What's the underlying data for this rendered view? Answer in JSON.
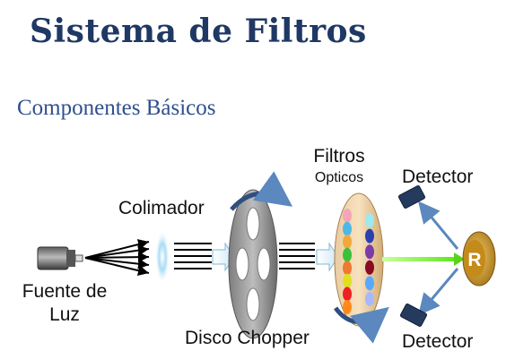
{
  "title": "Sistema de Filtros",
  "subtitle": "Componentes Básicos",
  "labels": {
    "fuente_line1": "Fuente de",
    "fuente_line2": "Luz",
    "colimador": "Colimador",
    "disco_chopper": "Disco Chopper",
    "filtros_line1": "Filtros",
    "filtros_line2": "Opticos",
    "detector_top": "Detector",
    "detector_bottom": "Detector",
    "reference": "R"
  },
  "filter_colors": {
    "left": [
      "#f4a6b8",
      "#4db8e8",
      "#f2a93b",
      "#3cc03c",
      "#f07830",
      "#e0e020",
      "#ee2222",
      "#ff8a1a"
    ],
    "right": [
      "#9ee8f0",
      "#2b3fb0",
      "#7a3aa8",
      "#8a0a22",
      "#58a8ff",
      "#a8b8ff"
    ]
  },
  "colors": {
    "title": "#1f3864",
    "subtitle": "#2e4f8f",
    "beam": "#7CFC00",
    "detector": "#243b5e",
    "arrow": "#5a88bf"
  }
}
